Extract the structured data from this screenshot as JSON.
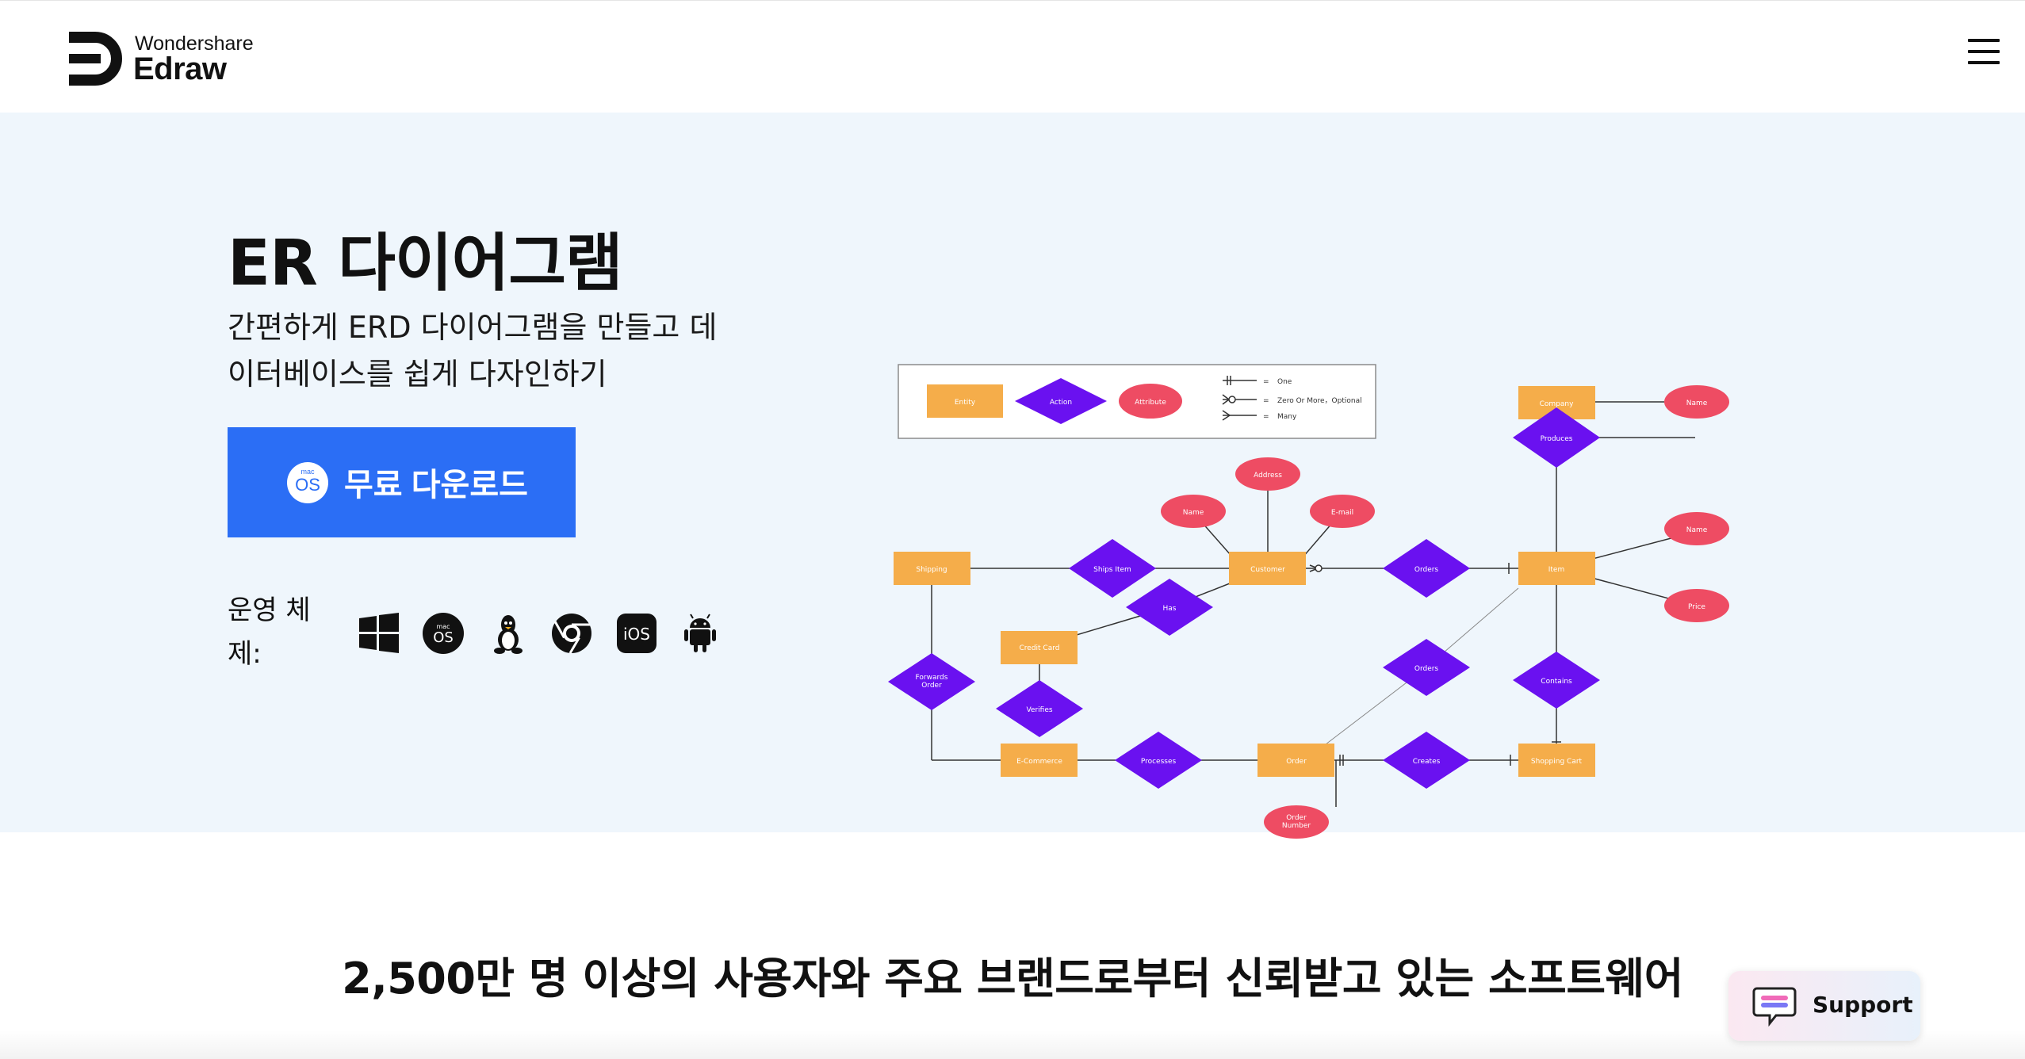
{
  "header": {
    "brand_top": "Wondershare",
    "brand_name": "Edraw",
    "menu_icon": "hamburger-menu-icon"
  },
  "hero": {
    "title": "ER 다이어그램",
    "subtitle": "간편하게 ERD 다이어그램을 만들고 데이터베이스를 쉽게 다자인하기",
    "download_label": "무료 다운로드",
    "download_badge_top": "mac",
    "download_badge_bottom": "OS",
    "os_label": "운영 체제:",
    "os_icons": [
      "windows-icon",
      "macos-icon",
      "linux-icon",
      "chrome-icon",
      "ios-icon",
      "android-icon"
    ],
    "macos_badge_top": "mac",
    "macos_badge_bottom": "OS",
    "ios_text": "iOS"
  },
  "diagram": {
    "legend": {
      "entity": "Entity",
      "action": "Action",
      "attribute": "Attribute",
      "one": "One",
      "zero_or_more": "Zero Or More，Optional",
      "many": "Many"
    },
    "entities": {
      "shipping": "Shipping",
      "customer": "Customer",
      "item": "Item",
      "company": "Company",
      "credit_card": "Credit Card",
      "ecommerce": "E-Commerce",
      "order": "Order",
      "shopping_cart": "Shopping Cart"
    },
    "actions": {
      "ships_item": "Ships Item",
      "orders_top": "Orders",
      "produces": "Produces",
      "has": "Has",
      "forwards_order_1": "Forwards",
      "forwards_order_2": "Order",
      "verifies": "Verifies",
      "orders_mid": "Orders",
      "contains": "Contains",
      "processes": "Processes",
      "creates": "Creates"
    },
    "attributes": {
      "address": "Address",
      "name_customer": "Name",
      "email": "E-mail",
      "name_company": "Name",
      "name_item": "Name",
      "price": "Price",
      "order_number_1": "Order",
      "order_number_2": "Number"
    },
    "colors": {
      "entity": "#f5ad4a",
      "action": "#6a11f0",
      "attribute": "#ee4c63"
    }
  },
  "trusted_text": "2,500만 명 이상의 사용자와 주요 브랜드로부터 신뢰받고 있는 소프트웨어",
  "support": {
    "label": "Support"
  },
  "colors": {
    "primary": "#2b6ef5",
    "hero_bg": "#eff6fc"
  }
}
